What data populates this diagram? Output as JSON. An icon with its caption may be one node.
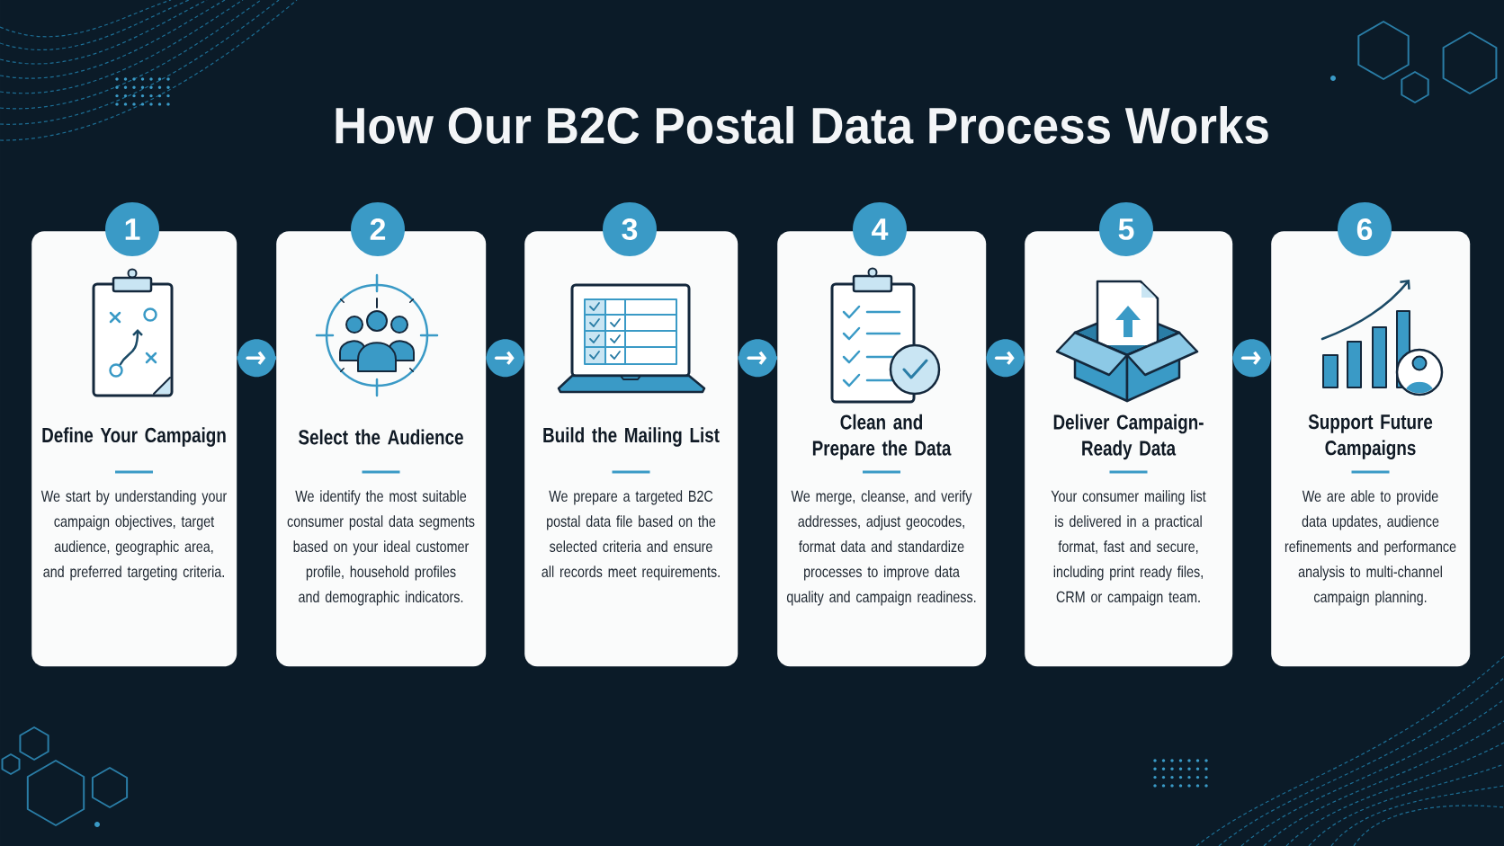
{
  "diagram": {
    "title": "How Our B2C Postal Data Process Works",
    "nodes": [
      {
        "text": [
          "1"
        ]
      },
      {
        "text": [
          "Define Your Campaign",
          "We start by understanding your campaign objectives, target audience, geographic area, and preferred targeting criteria."
        ]
      },
      {
        "text": [
          "2"
        ]
      },
      {
        "text": [
          "Select the Audience",
          "We identify the most suitable consumer postal data segments based on your ideal customer profile, household profiles and demographic indicators."
        ]
      },
      {
        "text": [
          "3"
        ]
      },
      {
        "text": [
          "Build the Mailing List",
          "We prepare a targeted B2C postal data file based on the selected criteria and ensure all records meet requirements."
        ]
      },
      {
        "text": [
          "4"
        ]
      },
      {
        "text": [
          "Clean and Prepare the Data",
          "We merge, cleanse, and verify addresses, adjust geocodes, format data and standardize processes to improve data quality and campaign readiness."
        ]
      },
      {
        "text": [
          "5"
        ]
      },
      {
        "text": [
          "Deliver Campaign-Ready Data",
          "Your consumer mailing list is delivered in a practical format, fast and secure, including print ready files, CRM or campaign team."
        ]
      },
      {
        "text": [
          "6"
        ]
      },
      {
        "text": [
          "Support Future Campaigns",
          "We are able to provide data updates, audience refinements and performance analysis to multi-channel campaign planning."
        ]
      }
    ],
    "edges": [
      {
        "from": 1,
        "to": 3,
        "arrow": "to"
      },
      {
        "from": 3,
        "to": 5,
        "arrow": "to"
      },
      {
        "from": 5,
        "to": 7,
        "arrow": "to"
      },
      {
        "from": 7,
        "to": 9,
        "arrow": "to"
      },
      {
        "from": 9,
        "to": 11,
        "arrow": "to"
      }
    ]
  }
}
